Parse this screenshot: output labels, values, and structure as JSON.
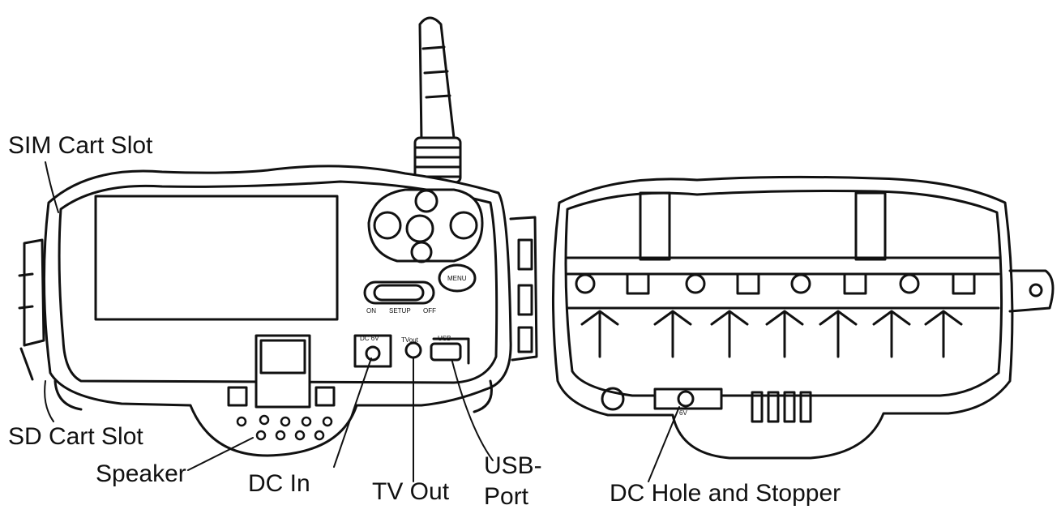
{
  "labels": {
    "sim_slot": "SIM Cart Slot",
    "sd_slot": "SD Cart Slot",
    "speaker": "Speaker",
    "dc_in": "DC In",
    "tv_out": "TV Out",
    "usb_line1": "USB-",
    "usb_line2": "Port",
    "dc_hole": "DC Hole and Stopper"
  },
  "panel_markings": {
    "menu": "MENU",
    "on": "ON",
    "setup": "SETUP",
    "off": "OFF",
    "dc": "DC 6V",
    "tvout": "TVout",
    "usb": "USB",
    "dc_hole": "6V"
  },
  "colors": {
    "ink": "#111111",
    "background": "#ffffff",
    "screen": "#ffffff"
  }
}
